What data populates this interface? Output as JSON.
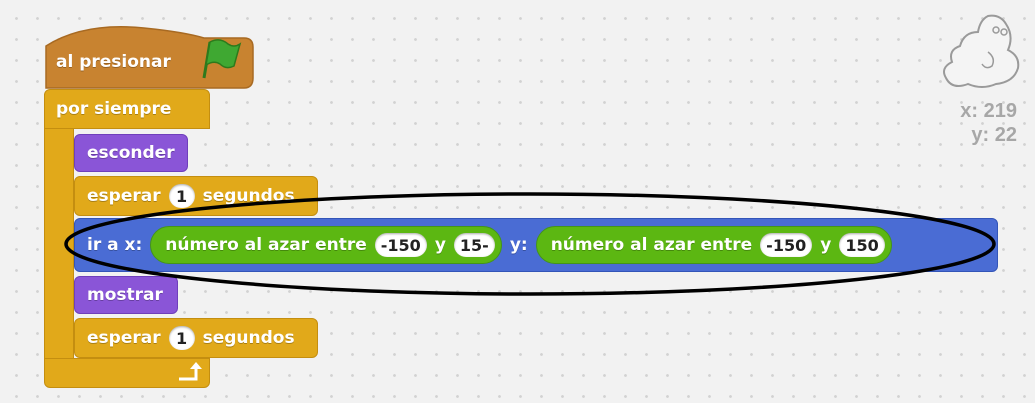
{
  "hat_block": {
    "label": "al presionar",
    "icon": "green-flag-icon",
    "flag_color": "#3fa832"
  },
  "forever_block": {
    "label": "por siempre",
    "loop_icon": "loop-arrow-icon"
  },
  "hide_block": {
    "label": "esconder"
  },
  "wait_block_1": {
    "prefix": "esperar",
    "value": "1",
    "suffix": "segundos"
  },
  "goto_block": {
    "prefix": "ir a x:",
    "y_label": "y:",
    "random_x": {
      "label": "número al azar entre",
      "from": "-150",
      "and": "y",
      "to": "15-"
    },
    "random_y": {
      "label": "número al azar entre",
      "from": "-150",
      "and": "y",
      "to": "150"
    }
  },
  "show_block": {
    "label": "mostrar"
  },
  "wait_block_2": {
    "prefix": "esperar",
    "value": "1",
    "suffix": "segundos"
  },
  "sprite_info": {
    "icon": "ghost-sprite-icon",
    "x_text": "x: 219",
    "y_text": "y: 22"
  },
  "annotation": {
    "shape": "ellipse",
    "color": "#000000"
  }
}
